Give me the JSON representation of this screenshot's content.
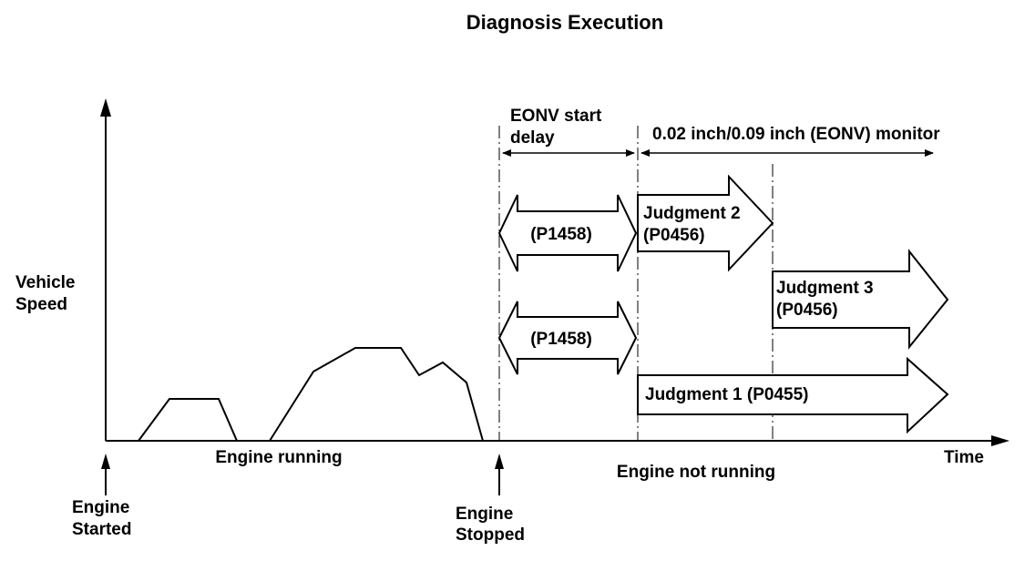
{
  "title": "Diagnosis Execution",
  "y_axis_label": [
    "Vehicle",
    "Speed"
  ],
  "x_axis_label": "Time",
  "engine_running": "Engine running",
  "engine_not_running": "Engine not running",
  "engine_started": [
    "Engine",
    "Started"
  ],
  "engine_stopped": [
    "Engine",
    "Stopped"
  ],
  "eonv_start_delay": [
    "EONV start",
    "delay"
  ],
  "monitor_label": "0.02 inch/0.09 inch (EONV) monitor",
  "p1458_upper": "(P1458)",
  "p1458_lower": "(P1458)",
  "judgment2": [
    "Judgment 2",
    "(P0456)"
  ],
  "judgment3": [
    "Judgment 3",
    "(P0456)"
  ],
  "judgment1": "Judgment 1 (P0455)"
}
